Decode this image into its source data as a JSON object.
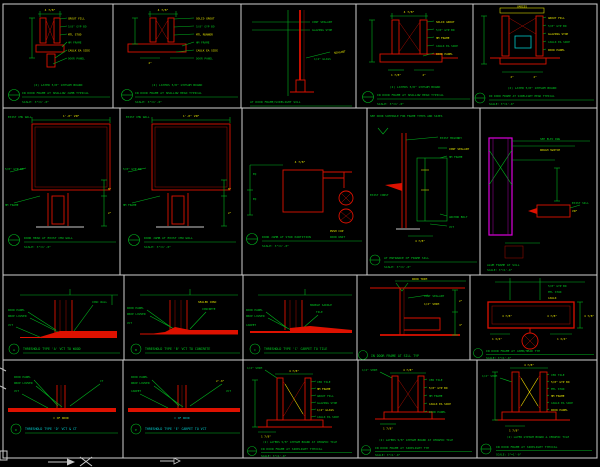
{
  "sheet": {
    "background": "#000000",
    "grid_color": "#cfcfcf",
    "colors": {
      "red": "#dd1100",
      "green": "#00cc22",
      "yellow": "#e0e000",
      "cyan": "#00cccc",
      "magenta": "#dd00dd",
      "white": "#d0d0d0"
    }
  },
  "cells": {
    "r1c1": {
      "dim": "4 7/8\"",
      "callouts": [
        "GROUT FILL",
        "5/8\" GYP BD",
        "MTL STUD",
        "HM FRAME",
        "CAULK EA SIDE",
        "DOOR PANEL"
      ],
      "note": "(2) LAYER 5/8\" GYPSUM BOARD",
      "title": "IN DOOR FRAME AT SHALLOW JAMB TYPICAL",
      "scale": "SCALE: 3\"=1'-0\""
    },
    "r1c2": {
      "dim": "4 7/8\"",
      "callouts": [
        "SOLID GROUT",
        "5/8\" GYP BD",
        "MTL RUNNER",
        "HM FRAME",
        "CAULK EA SIDE",
        "DOOR PANEL"
      ],
      "note": "(2) LAYERS 5/8\" GYPSUM BOARD",
      "title": "IN DOOR FRAME AT SHALLOW HEAD TYPICAL",
      "scale": "SCALE: 3\"=1'-0\""
    },
    "r1c3": {
      "callouts": [
        "CONT SEALANT",
        "GLAZING STOP",
        "1/4\" GLASS"
      ],
      "extra": "SEALANT",
      "title": "AT DOOR FRAME/SIDELIGHT SILL"
    },
    "r1c4": {
      "dim": "4 7/8\"",
      "callouts": [
        "SOLID GROUT",
        "5/8\" GYP BD",
        "HM FRAME",
        "CAULK EA SIDE",
        "DOOR PANEL"
      ],
      "dimb": "1 7/8\"",
      "note": "(2) LAYERS 5/8\" GYPSUM BOARD",
      "title": "IN DOOR FRAME AT SHALLOW HEAD TYPICAL",
      "scale": "SCALE: 3\"=1'-0\""
    },
    "r1c5": {
      "dim": "VARIES",
      "callouts": [
        "GROUT FILL",
        "5/8\" GYP BD",
        "GLAZING STOP",
        "CAULK EA SIDE",
        "DOOR PANEL"
      ],
      "dimb": "2\"",
      "note": "(2) LAYER 5/8\" GYPSUM BOARD",
      "title": "IN DOOR FRAME AT SIDELIGHT HEAD TYPICAL",
      "scale": "SCALE: 3\"=1'-0\""
    },
    "r2c1": {
      "wall": "EXIST CMU WALL",
      "dim": "1'-0\" VIF",
      "callouts": [
        "5/8\" GYP BD",
        "HM FRAME"
      ],
      "d1": "8\"",
      "d2": "2\"",
      "title": "DOOR HEAD AT EXIST CMU WALL",
      "scale": "SCALE: 3\"=1'-0\""
    },
    "r2c2": {
      "wall": "EXIST CMU WALL",
      "dim": "1'-0\" VIF",
      "callouts": [
        "5/8\" GYP BD",
        "HM FRAME"
      ],
      "d1": "8\"",
      "d2": "2\"",
      "title": "DOOR JAMB AT EXIST CMU WALL",
      "scale": "SCALE: 3\"=1'-0\""
    },
    "r2c3": {
      "eq1": "EQ",
      "eq2": "EQ",
      "dim": "4 7/8\"",
      "callouts": [
        "PUSH CUP",
        "DOOR UNIT"
      ],
      "title": "DOOR JAMB AT STUD PARTITION",
      "scale": "SCALE: 3\"=1'-0\""
    },
    "r2c4": {
      "top_note": "SEE DOOR SCHEDULE FOR FRAME TYPES AND SIZES",
      "left_label": "EXIST CONST",
      "callouts": [
        "EXIST MASONRY",
        "CONT SEALANT",
        "HM FRAME",
        "ANCHOR BOLT",
        "VCT"
      ],
      "dim": "4 7/8\"",
      "title": "AT ENTRANCE OF FRAME SILL",
      "scale": "SCALE: 3\"=1'-0\""
    },
    "r2c5": {
      "callouts": [
        "SEE ELEC DWG",
        "ROUGH SWITCH",
        "EXIST SILL",
        "VIF"
      ],
      "title": "ALUM FRAME AT SILL",
      "scale": "SCALE: 3\"=1'-0\""
    },
    "r3c1": {
      "bubble": "A",
      "labels": [
        "DOOR PANEL",
        "DROP LOUVER",
        "VCT"
      ],
      "right": "CONC WALL",
      "title": "THRESHOLD TYPE 'A' VCT TO WOOD"
    },
    "r3c2": {
      "bubble": "B",
      "labels": [
        "DOOR PANEL",
        "DROP LOUVER",
        "VCT"
      ],
      "right0": "SEALED CONC",
      "right1": "CONCRETE",
      "title": "THRESHOLD TYPE 'B' VCT TO CONCRETE"
    },
    "r3c3": {
      "bubble": "C",
      "labels": [
        "DOOR PANEL",
        "DROP LOUVER",
        "CARPET"
      ],
      "right0": "MARBLE SADDLE",
      "right1": "TILE",
      "title": "THRESHOLD TYPE 'C' CARPET TO TILE"
    },
    "r3c4": {
      "top": "DOOR TRIM",
      "callouts": [
        "CONT SEALANT",
        "1/2\" SHIM"
      ],
      "d1": "2\"",
      "d2": "4\"",
      "title": "IN DOOR FRAME AT SILL TYP"
    },
    "r3c5": {
      "callouts": [
        "5/8\" GYP BD",
        "MTL STUD",
        "CAULK"
      ],
      "din": "4 7/8\"",
      "db": "1 3/4\"",
      "dr": "4 7/8\"",
      "title": "IN DOOR FRAME AT JAMB/HEAD TYP",
      "scale": "SCALE: 3\"=1'-0\""
    },
    "r4c1": {
      "bubble": "D",
      "labels": [
        "DOOR PANEL",
        "DROP LOUVER",
        "VCT"
      ],
      "right": "CT",
      "center": "C OF DOOR",
      "title": "THRESHOLD TYPE 'D' VCT & CT"
    },
    "r4c2": {
      "bubble": "E",
      "labels": [
        "DOOR PANEL",
        "DROP LOUVER",
        "CARPET"
      ],
      "right": "VCT",
      "dim": "2'-0\"",
      "center": "C OF DOOR",
      "title": "THRESHOLD TYPE 'E' CARPET TO VCT"
    },
    "r4c3": {
      "shim": "1/2\" SHIM",
      "dim": "4 7/8\"",
      "callouts": [
        "CER TILE",
        "HM FRAME",
        "GROUT FILL",
        "GLAZING STOP",
        "1/4\" GLASS",
        "CAULK EA SIDE"
      ],
      "dimb": "1 7/8\"",
      "note": "(2) LAYERS 5/8\" GYPSUM BOARD AT CERAMIC TILE",
      "title": "IN DOOR FRAME AT SIDELIGHT TYPICAL",
      "scale": "SCALE: 3\"=1'-0\""
    },
    "r4c4": {
      "shim": "1/2\" SHIM",
      "dim": "4 7/8\"",
      "callouts": [
        "CER TILE",
        "5/8\" GYP BD",
        "HM FRAME",
        "CAULK EA SIDE",
        "DOOR PANEL"
      ],
      "dimb": "1 7/8\"",
      "note": "(2) LAYERS 5/8\" GYPSUM BOARD AT CERAMIC TILE",
      "title": "IN DOOR FRAME AT SIDELIGHT TYP",
      "scale": "SCALE: 3\"=1'-0\""
    },
    "r4c5": {
      "shim": "1/2\" SHIM",
      "dim": "4 7/8\"",
      "callouts": [
        "CER TILE",
        "5/8\" GYP BD",
        "MTL STUD",
        "HM FRAME",
        "CAULK EA SIDE",
        "DOOR PANEL"
      ],
      "dimb": "1 7/8\"",
      "note": "(2) LAYER GYPSUM BOARD & CERAMIC TILE",
      "title": "IN DOOR FRAME AT SIDELIGHT TYPICAL",
      "scale": "SCALE: 3\"=1'-0\""
    }
  }
}
